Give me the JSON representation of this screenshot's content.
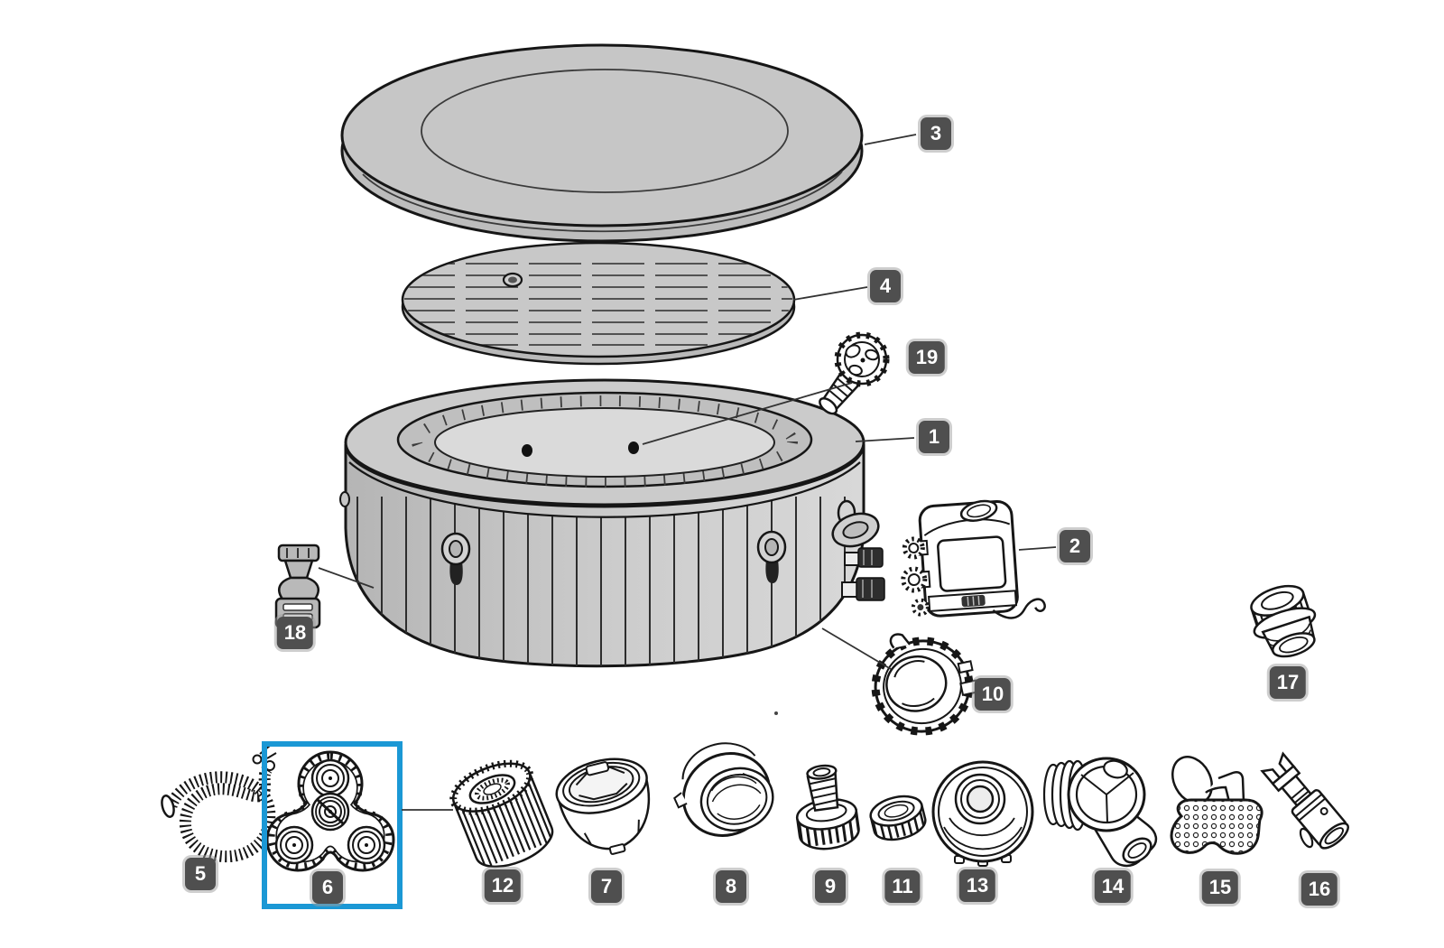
{
  "diagram": {
    "kind": "exploded parts diagram",
    "selection": {
      "selected_part_label": "6"
    }
  },
  "colors": {
    "background": "#ffffff",
    "line": "#161616",
    "artwork_gray": "#c6c6c6",
    "highlight_box": "#1b98d5",
    "label_background": "#4f4f4f",
    "label_text": "#ffffff"
  },
  "labels": [
    {
      "part": "1",
      "text": "1"
    },
    {
      "part": "2",
      "text": "2"
    },
    {
      "part": "3",
      "text": "3"
    },
    {
      "part": "4",
      "text": "4"
    },
    {
      "part": "5",
      "text": "5"
    },
    {
      "part": "6",
      "text": "6"
    },
    {
      "part": "7",
      "text": "7"
    },
    {
      "part": "8",
      "text": "8"
    },
    {
      "part": "9",
      "text": "9"
    },
    {
      "part": "10",
      "text": "10"
    },
    {
      "part": "11",
      "text": "11"
    },
    {
      "part": "12",
      "text": "12"
    },
    {
      "part": "13",
      "text": "13"
    },
    {
      "part": "14",
      "text": "14"
    },
    {
      "part": "15",
      "text": "15"
    },
    {
      "part": "16",
      "text": "16"
    },
    {
      "part": "17",
      "text": "17"
    },
    {
      "part": "18",
      "text": "18"
    },
    {
      "part": "19",
      "text": "19"
    }
  ]
}
